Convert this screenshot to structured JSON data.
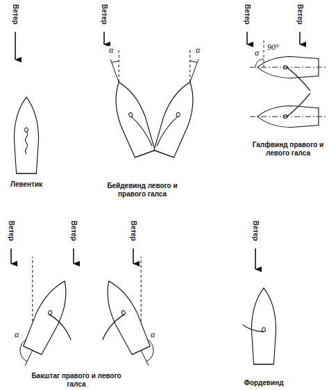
{
  "diagram": {
    "labels": [
      "Ветер",
      "Ветер",
      "Ветер",
      "Ветер",
      "α",
      "α",
      "α",
      "90°",
      "Левентик",
      "Бейдевинд левого и правого галса",
      "Галфвинд правого и левого галса",
      "Ветер",
      "Ветер",
      "Ветер",
      "Ветер",
      "α",
      "α",
      "Бакштаг правого и левого галса",
      "Фордевинд"
    ]
  }
}
